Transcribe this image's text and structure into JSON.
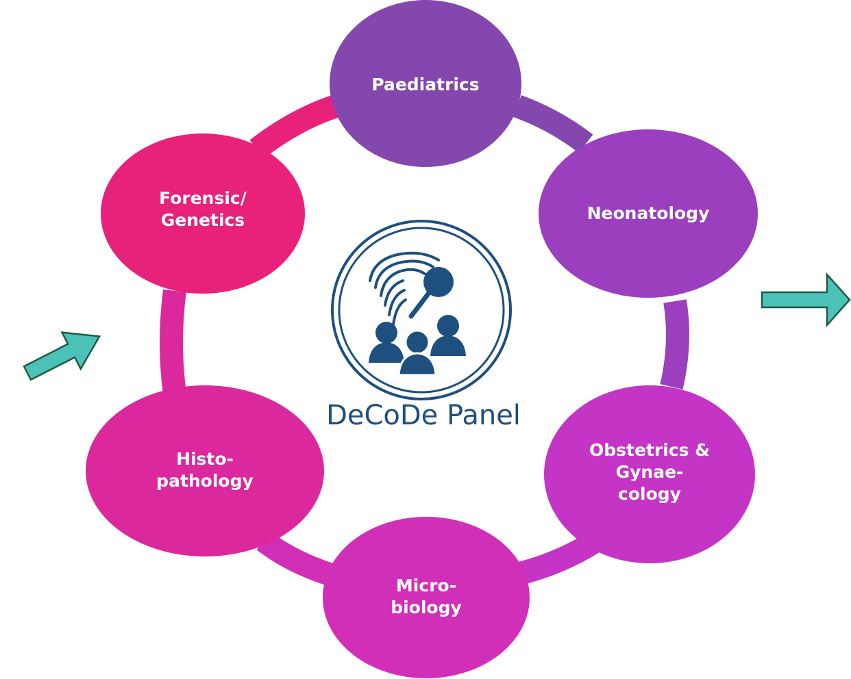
{
  "nodes": [
    {
      "id": "paediatrics",
      "lines": [
        "Paediatrics"
      ],
      "color": "#8347ad"
    },
    {
      "id": "neonatology",
      "lines": [
        "Neonatology"
      ],
      "color": "#9b3fbe"
    },
    {
      "id": "obstetrics",
      "lines": [
        "Obstetrics &",
        "Gynae-",
        "cology"
      ],
      "color": "#c435c6"
    },
    {
      "id": "microbiology",
      "lines": [
        "Micro-",
        "biology"
      ],
      "color": "#d22fb8"
    },
    {
      "id": "histopathology",
      "lines": [
        "Histo-",
        "pathology"
      ],
      "color": "#dc289d"
    },
    {
      "id": "forensic",
      "lines": [
        "Forensic/",
        "Genetics"
      ],
      "color": "#e8217a"
    }
  ],
  "logo": {
    "text": "DeCoDe Panel",
    "color": "#1d4f7f"
  },
  "arrows": {
    "color": "#4cc1b8",
    "outline": "#1f5a45"
  },
  "ring_colors": [
    "#e8217a",
    "#8347ad",
    "#9b3fbe",
    "#c435c6",
    "#d22fb8",
    "#dc289d"
  ]
}
